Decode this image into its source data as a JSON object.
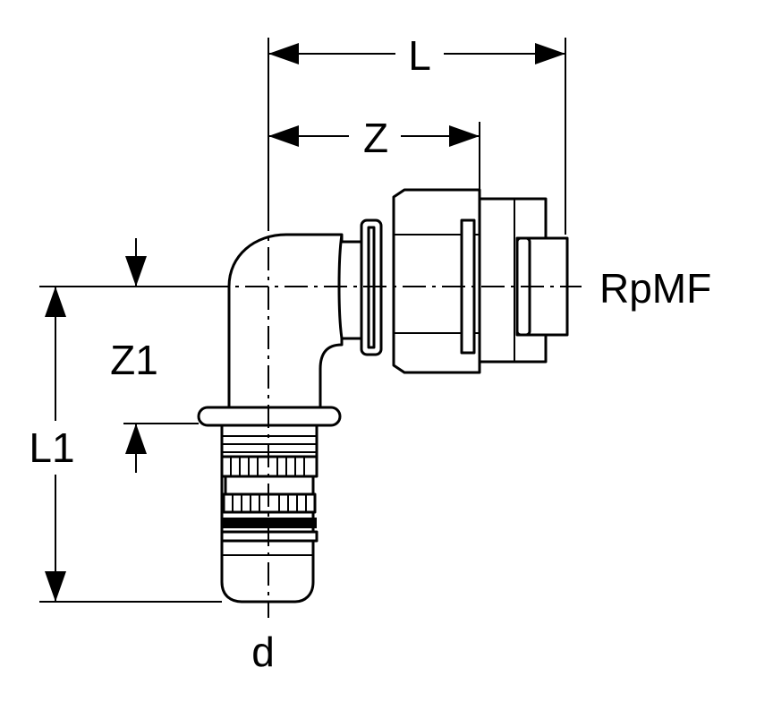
{
  "labels": {
    "length": "L",
    "offset": "Z",
    "thread": "RpMF",
    "offset_vertical": "Z1",
    "length_vertical": "L1",
    "diameter": "d"
  }
}
